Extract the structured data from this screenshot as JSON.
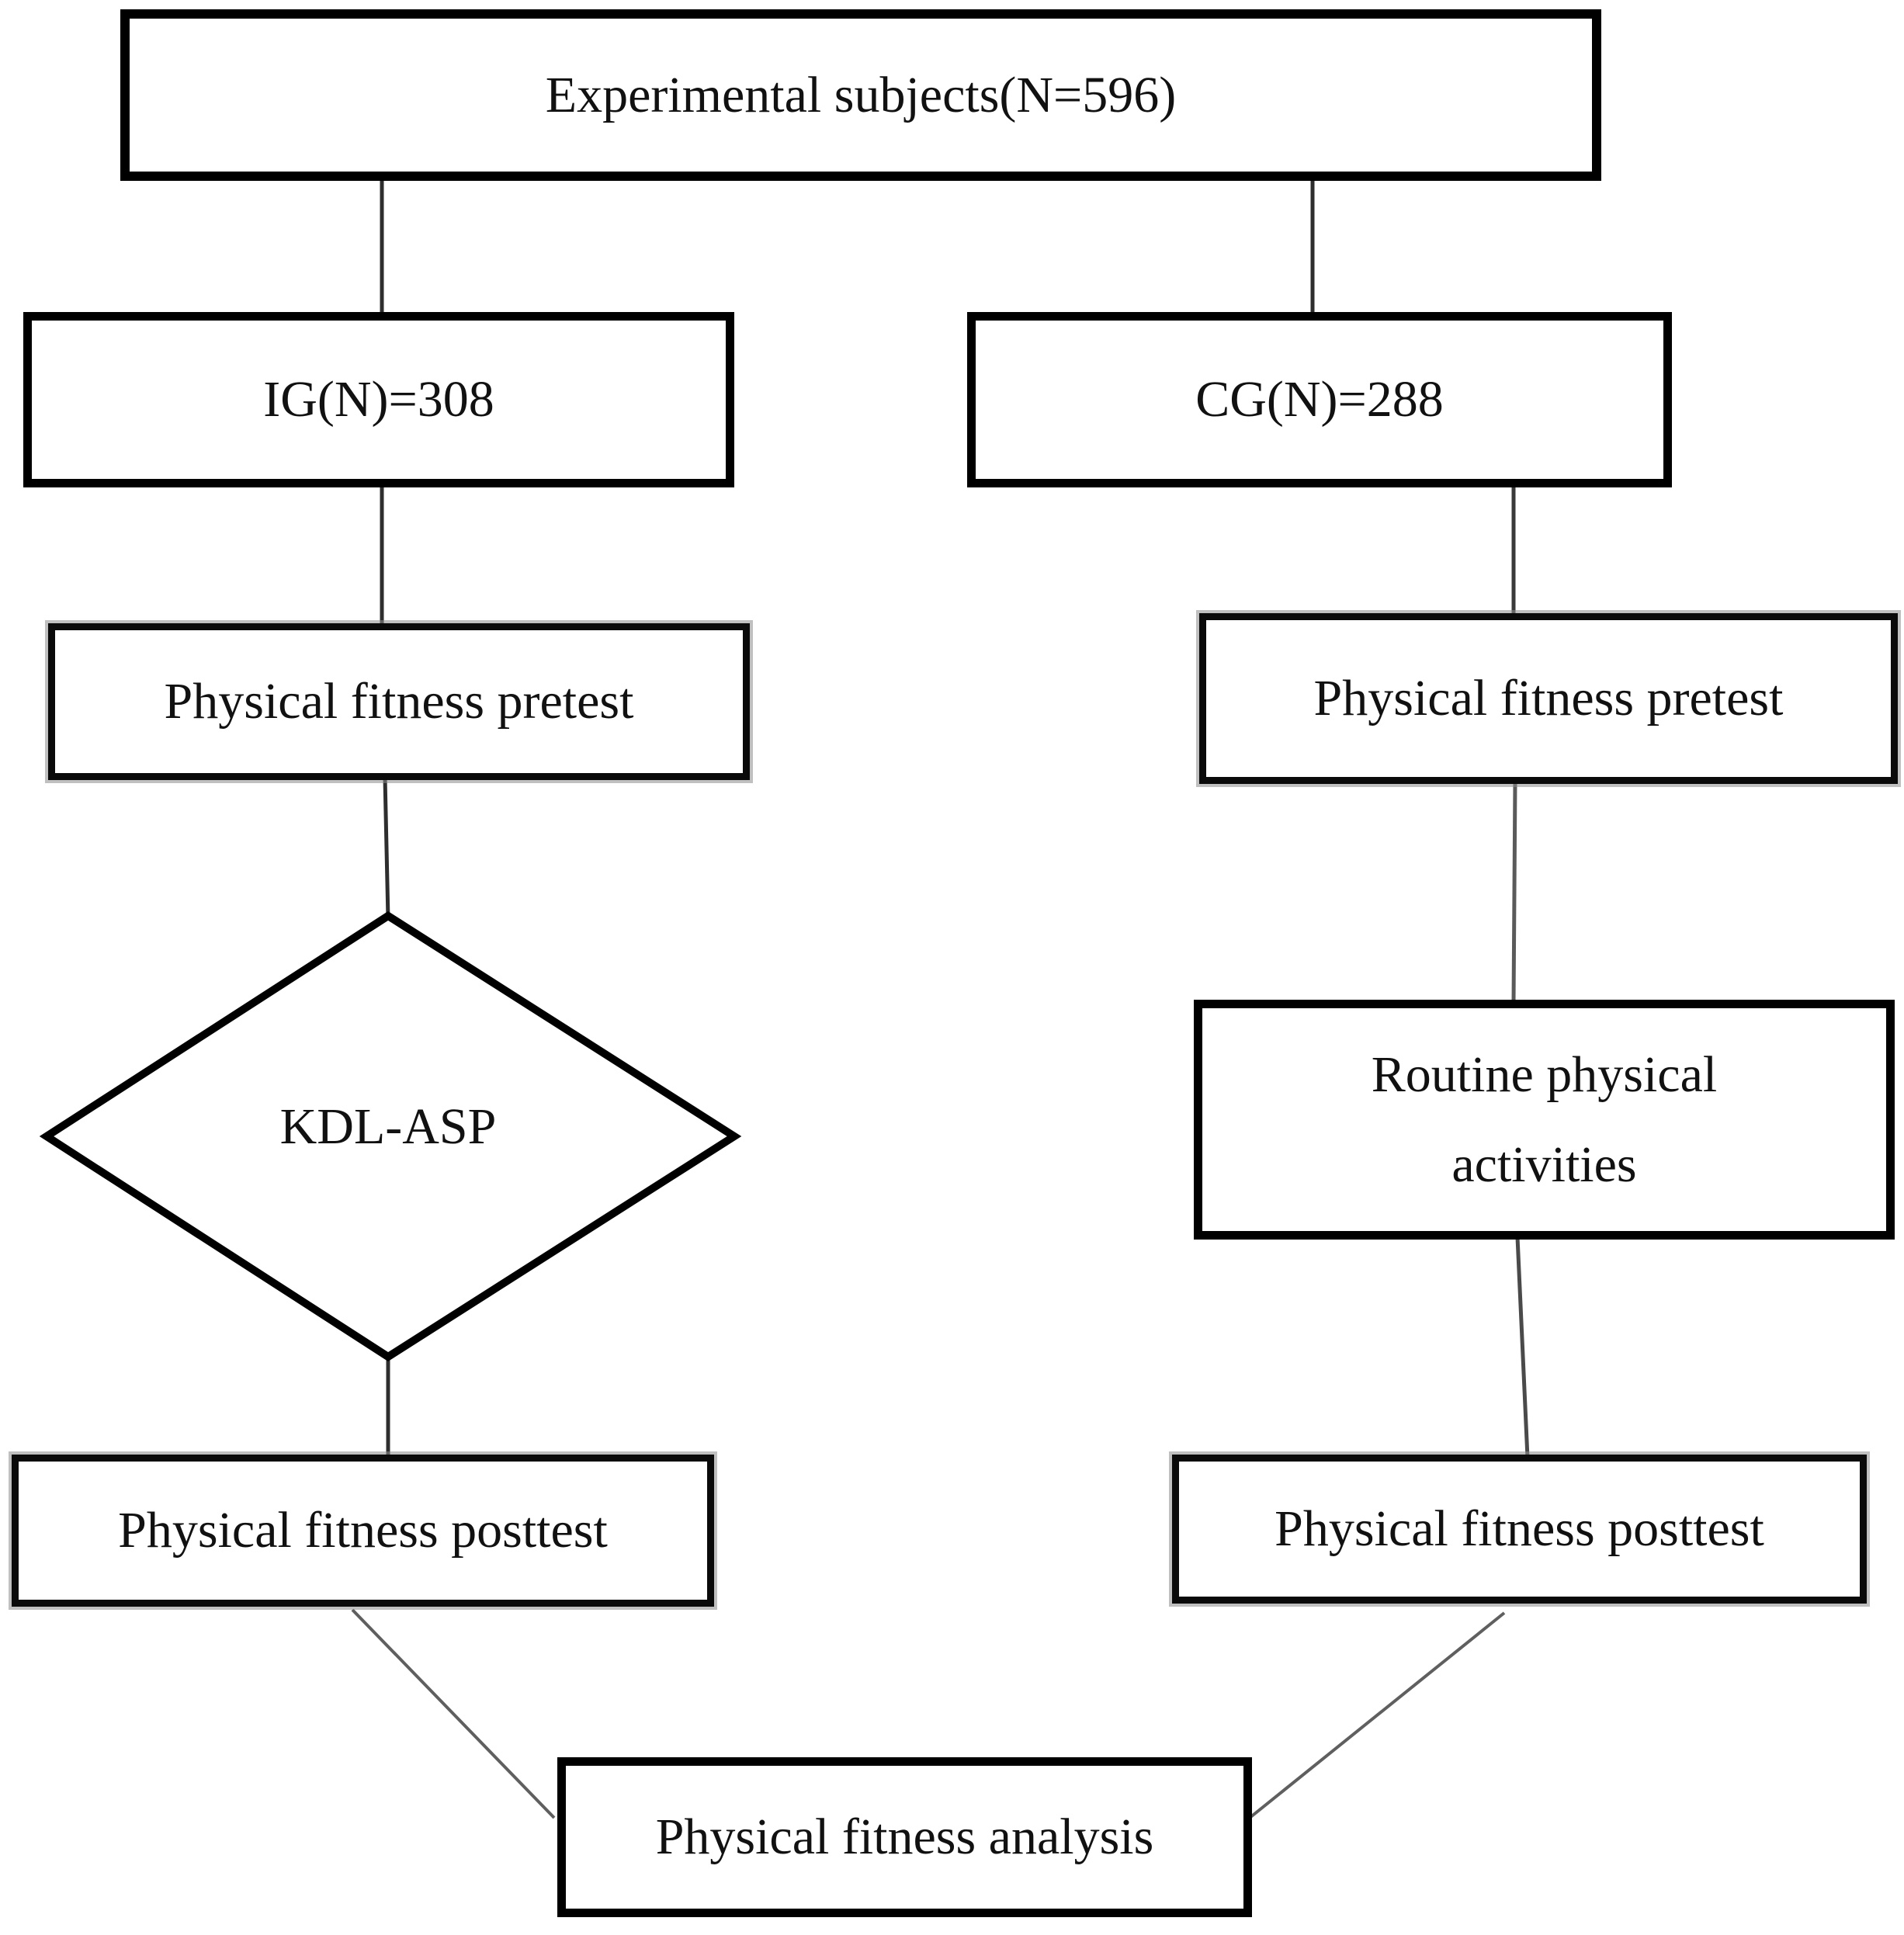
{
  "figure": {
    "type": "flowchart",
    "background": "#ffffff",
    "colors": {
      "box_border": "#000000",
      "text": "#111111",
      "connector": "#3a3a3a",
      "connector_light": "#6a6a6a"
    },
    "nodes": {
      "experimental": {
        "label": "Experimental subjects(N=596)"
      },
      "ig": {
        "label": "IG(N)=308"
      },
      "cg": {
        "label": "CG(N)=288"
      },
      "ig_pretest": {
        "label": "Physical fitness pretest"
      },
      "cg_pretest": {
        "label": "Physical fitness pretest"
      },
      "kdl_asp": {
        "label": "KDL-ASP"
      },
      "routine": {
        "lines": [
          "Routine physical",
          "activities"
        ]
      },
      "ig_posttest": {
        "label": "Physical fitness posttest"
      },
      "cg_posttest": {
        "label": "Physical fitness posttest"
      },
      "analysis": {
        "label": "Physical fitness analysis"
      }
    }
  }
}
